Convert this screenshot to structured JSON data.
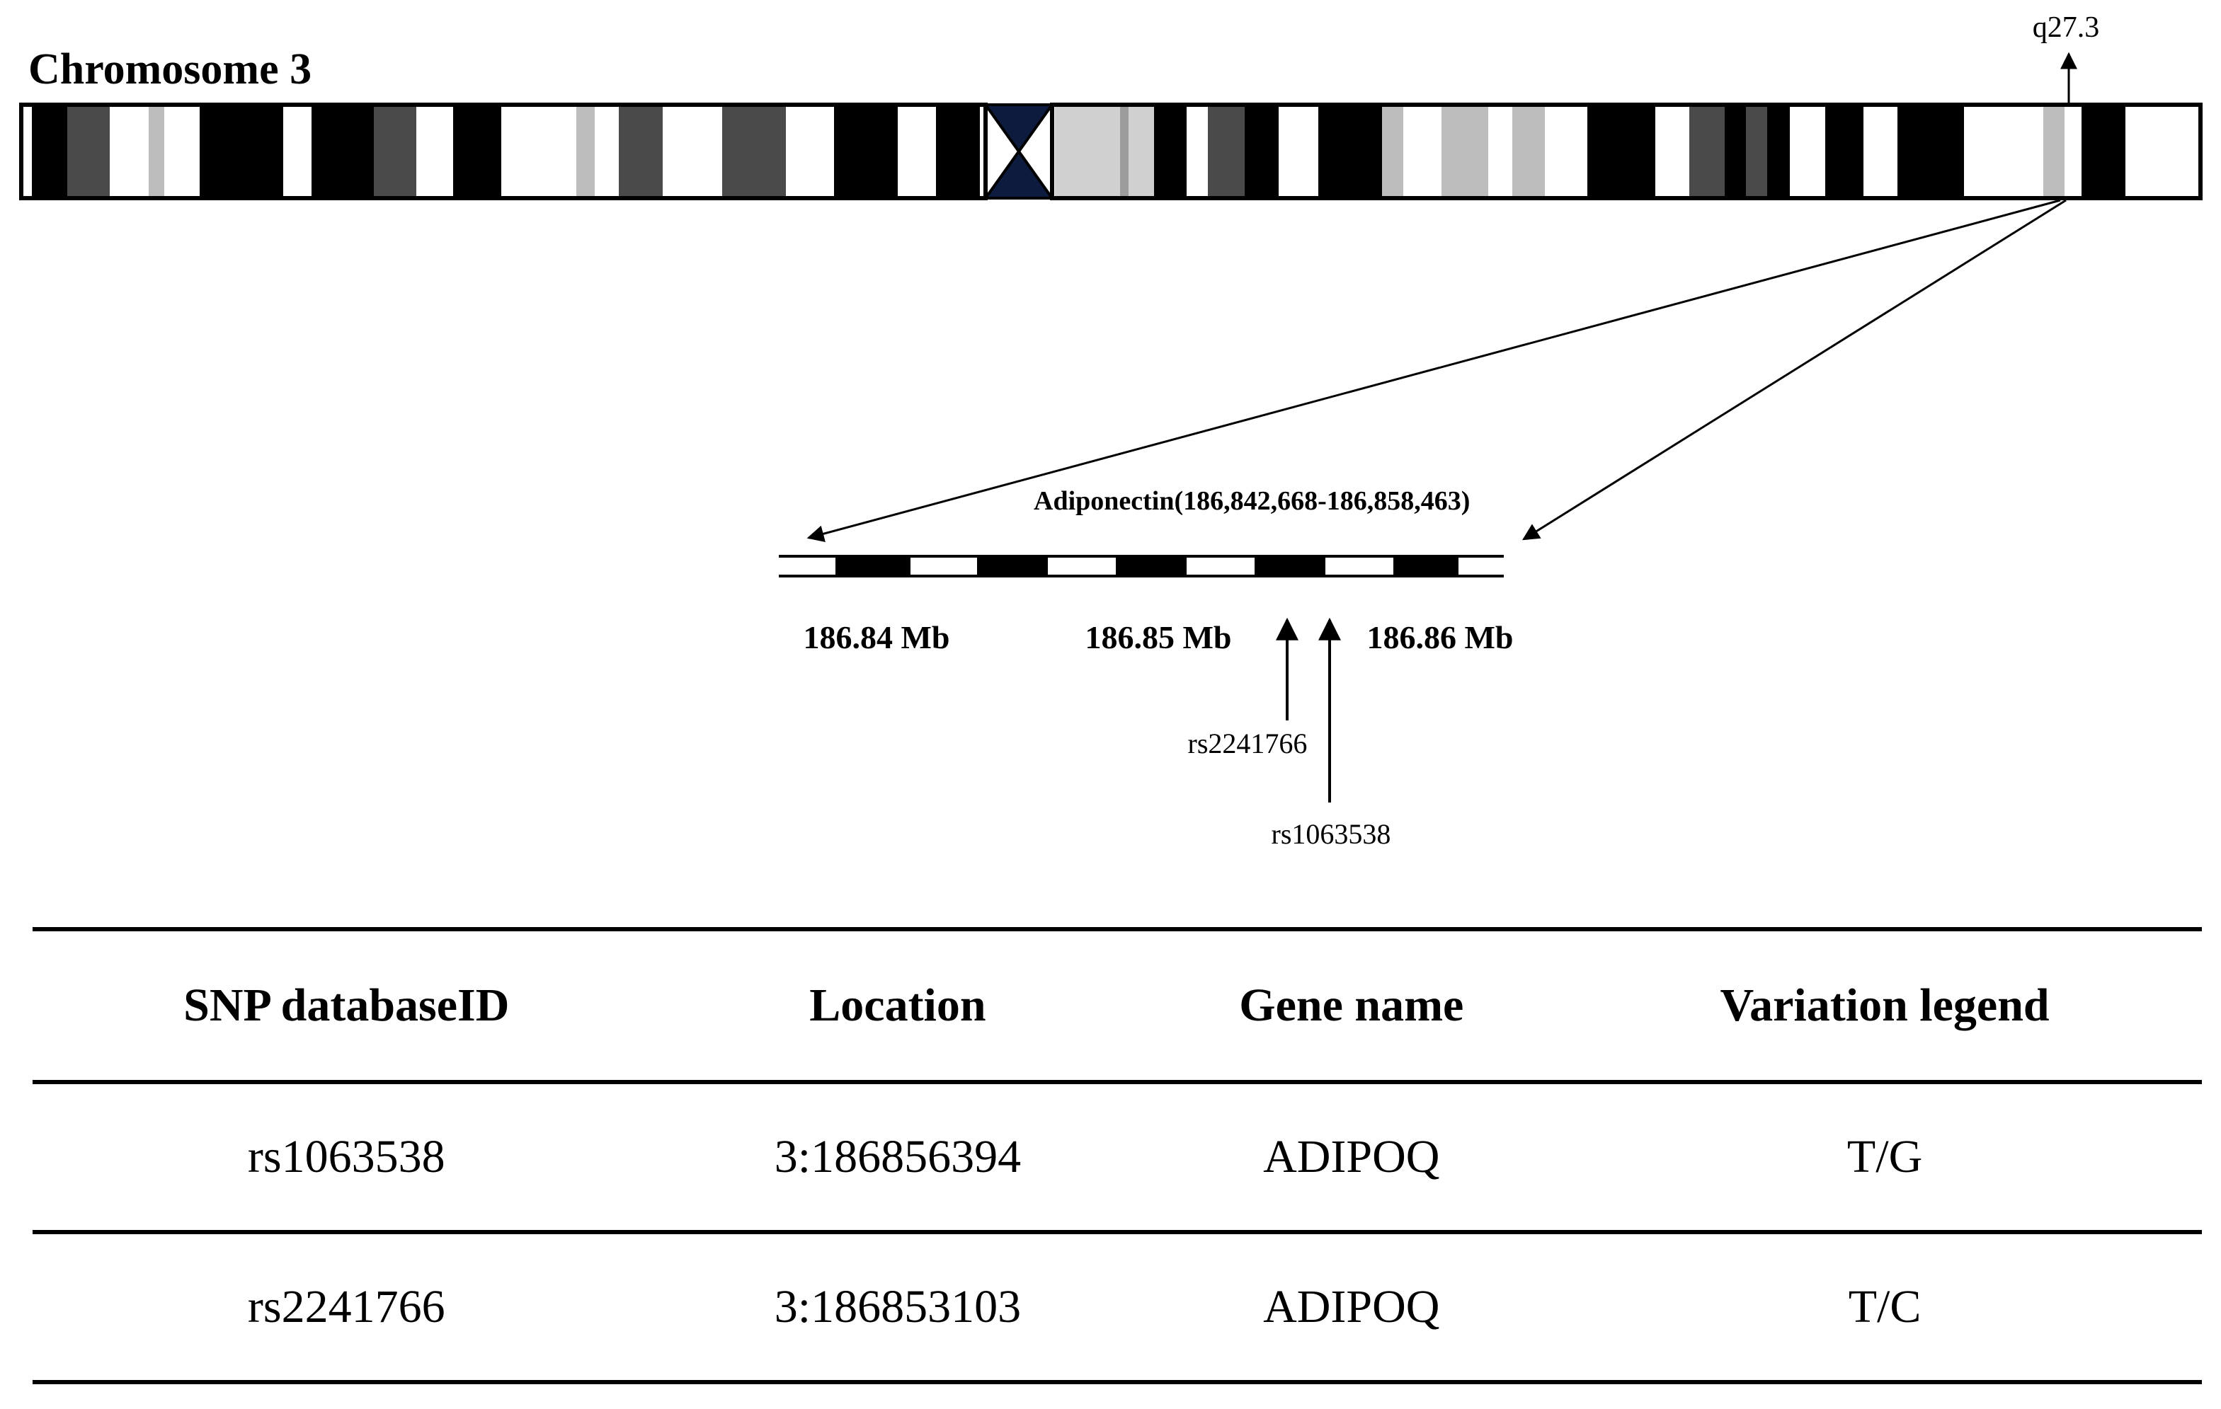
{
  "diagram": {
    "chromosome_label": "Chromosome 3",
    "band_label": "q27.3",
    "gene_label": "Adiponectin(186,842,668-186,858,463)",
    "scale_labels": [
      "186.84 Mb",
      "186.85 Mb",
      "186.86 Mb"
    ],
    "snp_labels": [
      "rs2241766",
      "rs1063538"
    ],
    "colors": {
      "band_black": "#000000",
      "band_dark_gray": "#4a4a4a",
      "band_light_gray": "#bdbdbd",
      "band_pale_gray": "#d0d0d0",
      "centromere": "#0d1b3e",
      "background": "#ffffff"
    }
  },
  "table": {
    "headers": [
      "SNP databaseID",
      "Location",
      "Gene name",
      "Variation legend"
    ],
    "rows": [
      [
        "rs1063538",
        "3:186856394",
        "ADIPOQ",
        "T/G"
      ],
      [
        "rs2241766",
        "3:186853103",
        "ADIPOQ",
        "T/C"
      ]
    ]
  }
}
